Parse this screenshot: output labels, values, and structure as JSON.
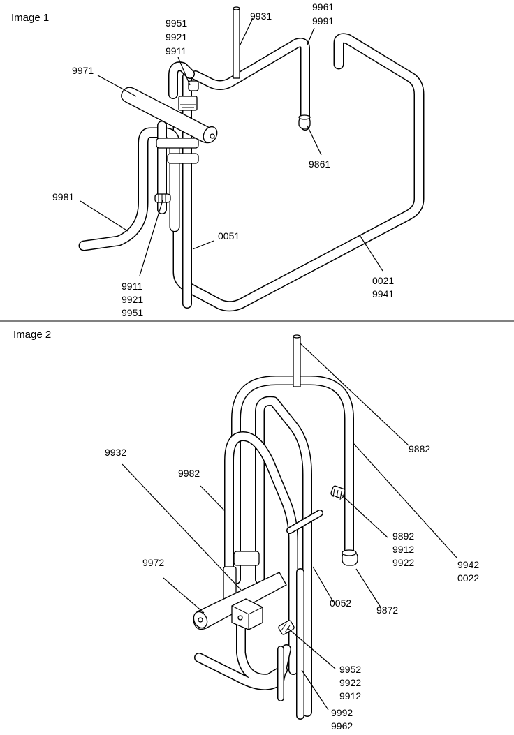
{
  "panels": [
    {
      "title": "Image 1",
      "callouts": [
        {
          "id": "c-9931",
          "lines": [
            "9931"
          ]
        },
        {
          "id": "c-9961",
          "lines": [
            "9961",
            "9991"
          ]
        },
        {
          "id": "c-9951",
          "lines": [
            "9951",
            "9921",
            "9911"
          ]
        },
        {
          "id": "c-9971",
          "lines": [
            "9971"
          ]
        },
        {
          "id": "c-9861",
          "lines": [
            "9861"
          ]
        },
        {
          "id": "c-9981",
          "lines": [
            "9981"
          ]
        },
        {
          "id": "c-0051",
          "lines": [
            "0051"
          ]
        },
        {
          "id": "c-9911",
          "lines": [
            "9911",
            "9921",
            "9951"
          ]
        },
        {
          "id": "c-0021",
          "lines": [
            "0021",
            "9941"
          ]
        }
      ]
    },
    {
      "title": "Image 2",
      "callouts": [
        {
          "id": "c-9882",
          "lines": [
            "9882"
          ]
        },
        {
          "id": "c-9932",
          "lines": [
            "9932"
          ]
        },
        {
          "id": "c-9982",
          "lines": [
            "9982"
          ]
        },
        {
          "id": "c-9892",
          "lines": [
            "9892",
            "9912",
            "9922"
          ]
        },
        {
          "id": "c-9972",
          "lines": [
            "9972"
          ]
        },
        {
          "id": "c-9942",
          "lines": [
            "9942",
            "0022"
          ]
        },
        {
          "id": "c-0052",
          "lines": [
            "0052"
          ]
        },
        {
          "id": "c-9872",
          "lines": [
            "9872"
          ]
        },
        {
          "id": "c-9952",
          "lines": [
            "9952",
            "9922",
            "9912"
          ]
        },
        {
          "id": "c-9992",
          "lines": [
            "9992",
            "9962"
          ]
        }
      ]
    }
  ]
}
